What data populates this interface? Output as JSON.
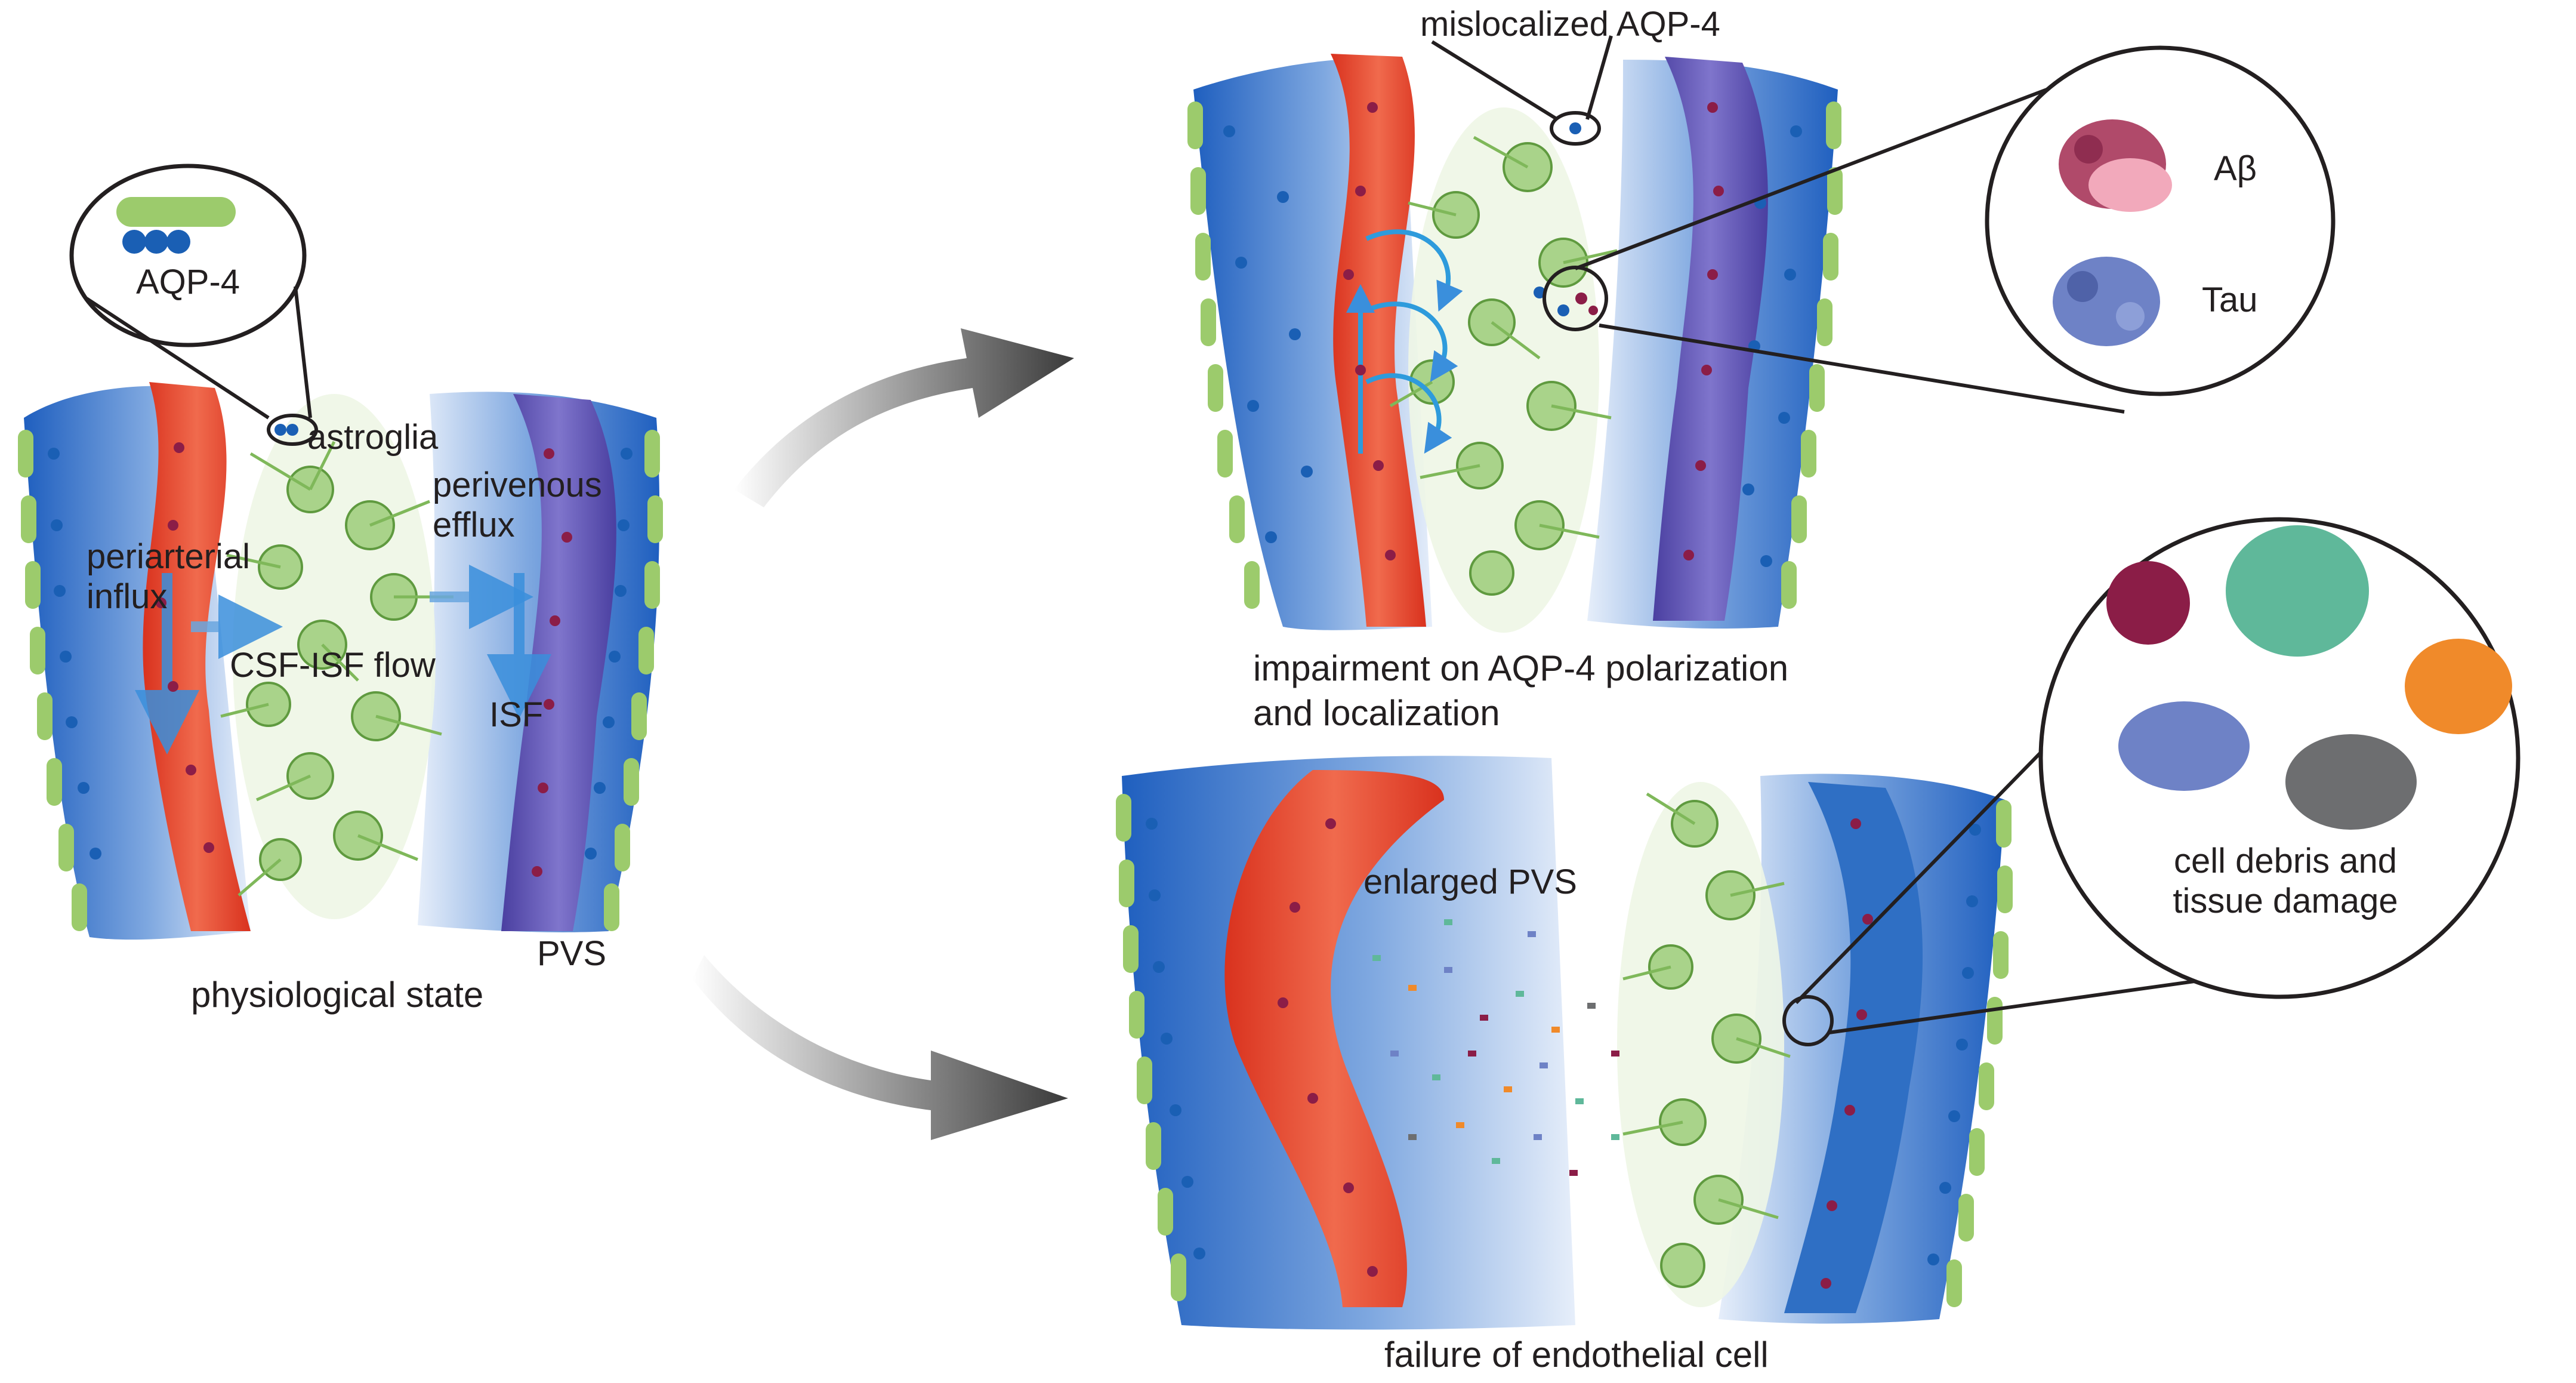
{
  "labels": {
    "aqp4_callout": "AQP-4",
    "astroglia": "astroglia",
    "perivenous_efflux": "perivenous efflux",
    "periarterial_influx": "periarterial influx",
    "csf_isf_flow": "CSF-ISF flow",
    "isf": "ISF",
    "pvs": "PVS",
    "physiological_state": "physiological state",
    "mislocalized_aqp4": "mislocalized AQP-4",
    "abeta": "Aβ",
    "tau": "Tau",
    "impairment_line1": "impairment on AQP-4 polarization",
    "impairment_line2": "and localization",
    "enlarged_pvs": "enlarged PVS",
    "cell_debris": "cell debris and tissue damage",
    "failure_endothelial": "failure of endothelial cell"
  },
  "colors": {
    "artery": "#e8432a",
    "vein": "#5a4fb0",
    "vessel_blue": "#2f6fc4",
    "endfoot_green": "#9ccb6c",
    "astrocyte": "#a9d38a",
    "aqp4_blue": "#1a5fb4",
    "rbc": "#8b1d47",
    "abeta": "#b04a6a",
    "tau": "#6e82c6",
    "debris_teal": "#5fb89a",
    "debris_orange": "#f08a2a",
    "debris_gray": "#6d6e70"
  }
}
